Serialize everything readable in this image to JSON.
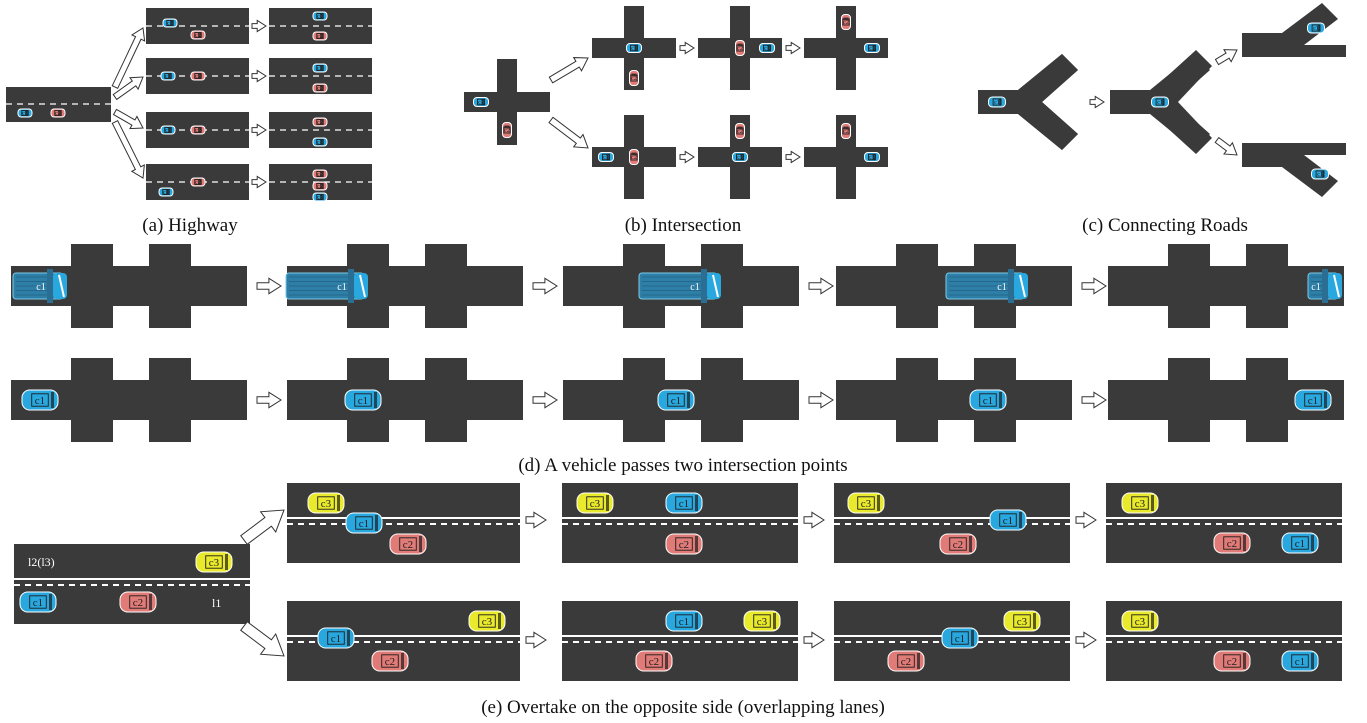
{
  "captions": {
    "a": "(a) Highway",
    "b": "(b) Intersection",
    "c": "(c) Connecting Roads",
    "d": "(d) A vehicle passes two intersection points",
    "e": "(e) Overtake on the opposite side (overlapping lanes)"
  },
  "vehicles": {
    "c1": "c1",
    "c2": "c2",
    "c3": "c3"
  },
  "lane_labels": {
    "upper": "l2(l3)",
    "lower": "l1"
  },
  "colors": {
    "road": "#3a3a3a",
    "c1": "#29a8e0",
    "c2": "#e07b78",
    "c3": "#eaea2c",
    "truck": "#2e7fa8"
  }
}
